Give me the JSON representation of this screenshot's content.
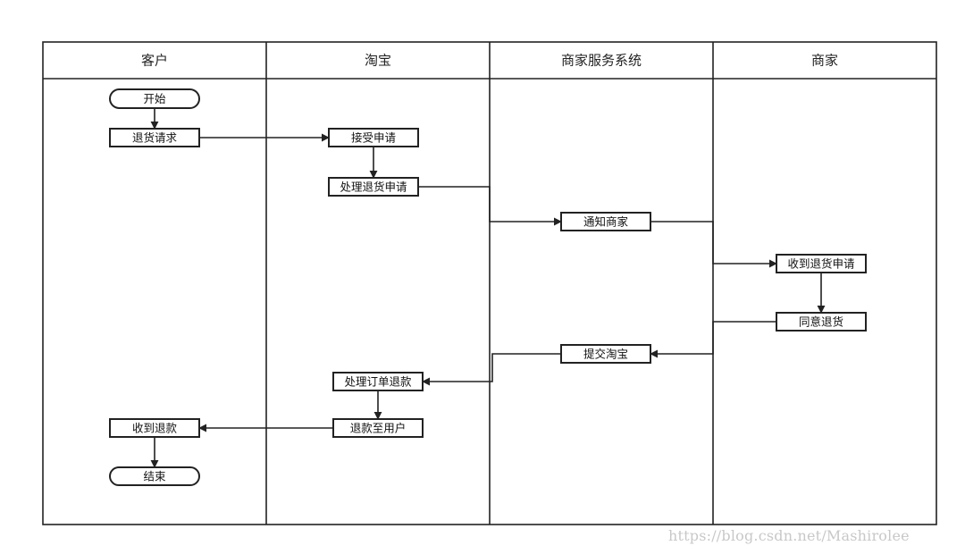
{
  "diagram": {
    "type": "swimlane-flowchart",
    "lanes": [
      {
        "id": "customer",
        "title": "客户"
      },
      {
        "id": "taobao",
        "title": "淘宝"
      },
      {
        "id": "system",
        "title": "商家服务系统"
      },
      {
        "id": "merchant",
        "title": "商家"
      }
    ],
    "nodes": [
      {
        "id": "start",
        "lane": "customer",
        "shape": "terminal",
        "label": "开始"
      },
      {
        "id": "return-request",
        "lane": "customer",
        "shape": "process",
        "label": "退货请求"
      },
      {
        "id": "accept-request",
        "lane": "taobao",
        "shape": "process",
        "label": "接受申请"
      },
      {
        "id": "process-return",
        "lane": "taobao",
        "shape": "process",
        "label": "处理退货申请"
      },
      {
        "id": "notify-merchant",
        "lane": "system",
        "shape": "process",
        "label": "通知商家"
      },
      {
        "id": "receive-return",
        "lane": "merchant",
        "shape": "process",
        "label": "收到退货申请"
      },
      {
        "id": "agree-return",
        "lane": "merchant",
        "shape": "process",
        "label": "同意退货"
      },
      {
        "id": "submit-taobao",
        "lane": "system",
        "shape": "process",
        "label": "提交淘宝"
      },
      {
        "id": "process-refund",
        "lane": "taobao",
        "shape": "process",
        "label": "处理订单退款"
      },
      {
        "id": "refund-user",
        "lane": "taobao",
        "shape": "process",
        "label": "退款至用户"
      },
      {
        "id": "receive-refund",
        "lane": "customer",
        "shape": "process",
        "label": "收到退款"
      },
      {
        "id": "end",
        "lane": "customer",
        "shape": "terminal",
        "label": "结束"
      }
    ],
    "edges": [
      {
        "from": "start",
        "to": "return-request"
      },
      {
        "from": "return-request",
        "to": "accept-request"
      },
      {
        "from": "accept-request",
        "to": "process-return"
      },
      {
        "from": "process-return",
        "to": "notify-merchant"
      },
      {
        "from": "notify-merchant",
        "to": "receive-return"
      },
      {
        "from": "receive-return",
        "to": "agree-return"
      },
      {
        "from": "agree-return",
        "to": "submit-taobao"
      },
      {
        "from": "submit-taobao",
        "to": "process-refund"
      },
      {
        "from": "process-refund",
        "to": "refund-user"
      },
      {
        "from": "refund-user",
        "to": "receive-refund"
      },
      {
        "from": "receive-refund",
        "to": "end"
      }
    ]
  },
  "watermark": "https://blog.csdn.net/Mashirolee"
}
